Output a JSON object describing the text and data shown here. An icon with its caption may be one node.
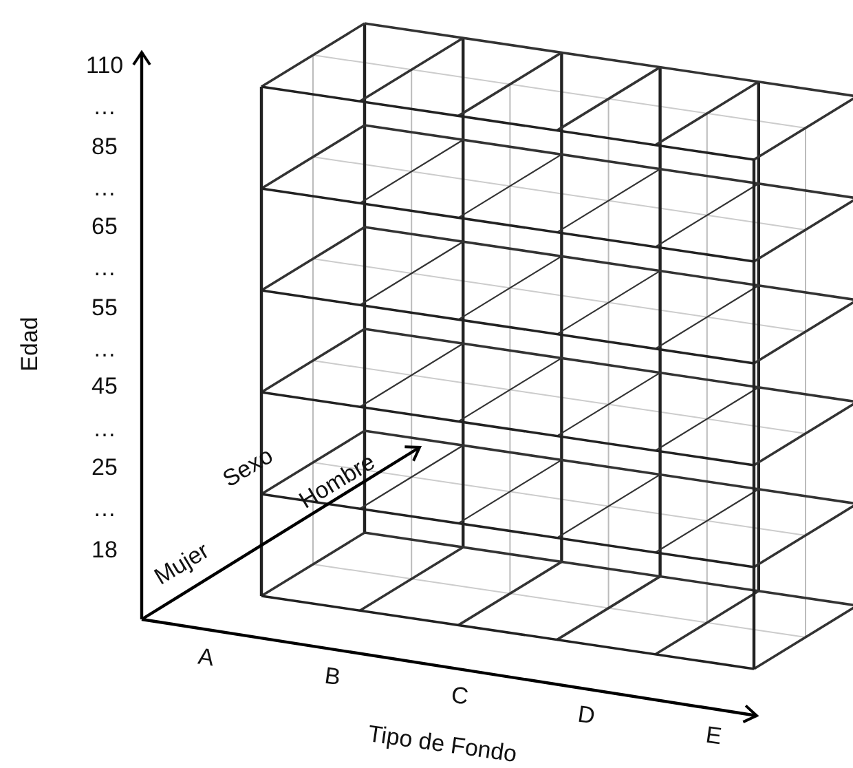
{
  "diagram": {
    "labels": [
      "110",
      "…",
      "85",
      "…",
      "65",
      "…",
      "55",
      "…",
      "45",
      "…",
      "25",
      "…",
      "18",
      "Edad",
      "Sexo",
      "Mujer",
      "Hombre",
      "A",
      "B",
      "C",
      "D",
      "E",
      "Tipo de Fondo"
    ]
  }
}
